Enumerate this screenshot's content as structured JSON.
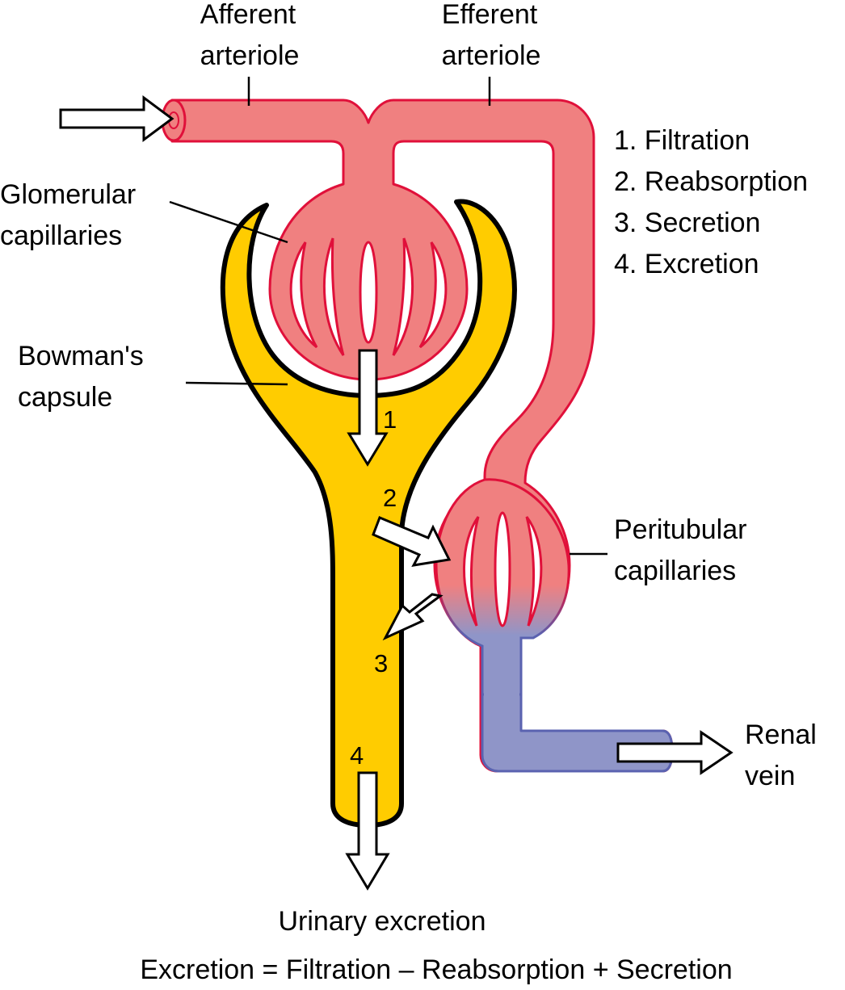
{
  "labels": {
    "afferent_1": "Afferent",
    "afferent_2": "arteriole",
    "efferent_1": "Efferent",
    "efferent_2": "arteriole",
    "glomerular_1": "Glomerular",
    "glomerular_2": "capillaries",
    "bowman_1": "Bowman's",
    "bowman_2": "capsule",
    "peritubular_1": "Peritubular",
    "peritubular_2": "capillaries",
    "renal_1": "Renal",
    "renal_2": "vein",
    "urinary": "Urinary excretion"
  },
  "legend": [
    "1. Filtration",
    "2. Reabsorption",
    "3. Secretion",
    "4. Excretion"
  ],
  "markers": {
    "m1": "1",
    "m2": "2",
    "m3": "3",
    "m4": "4"
  },
  "equation": "Excretion = Filtration – Reabsorption + Secretion",
  "colors": {
    "arterial": "#f08080",
    "arterial_edge": "#e0103a",
    "venous": "#8f95c8",
    "venous_edge": "#5a62b0",
    "capsule": "#ffcc00",
    "outline": "#000000"
  }
}
